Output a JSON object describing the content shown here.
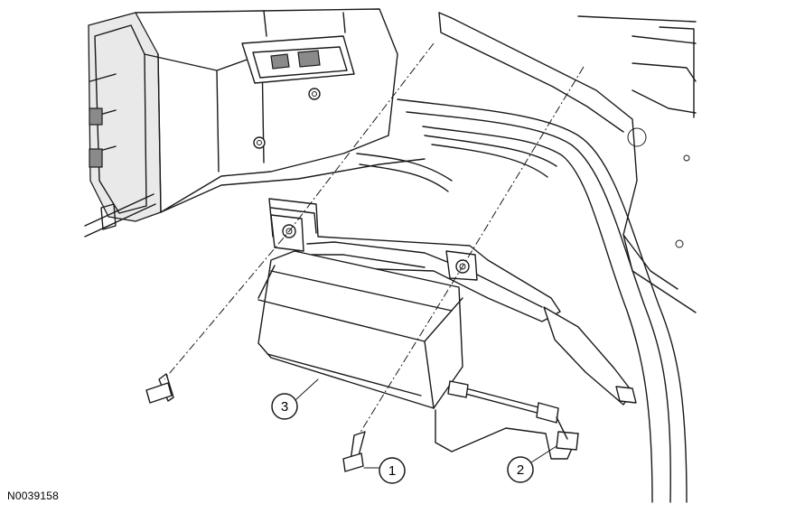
{
  "figure_id": "N0039158",
  "callouts": [
    {
      "number": "1",
      "part": "bolt"
    },
    {
      "number": "2",
      "part": "electrical-connector"
    },
    {
      "number": "3",
      "part": "module"
    }
  ]
}
